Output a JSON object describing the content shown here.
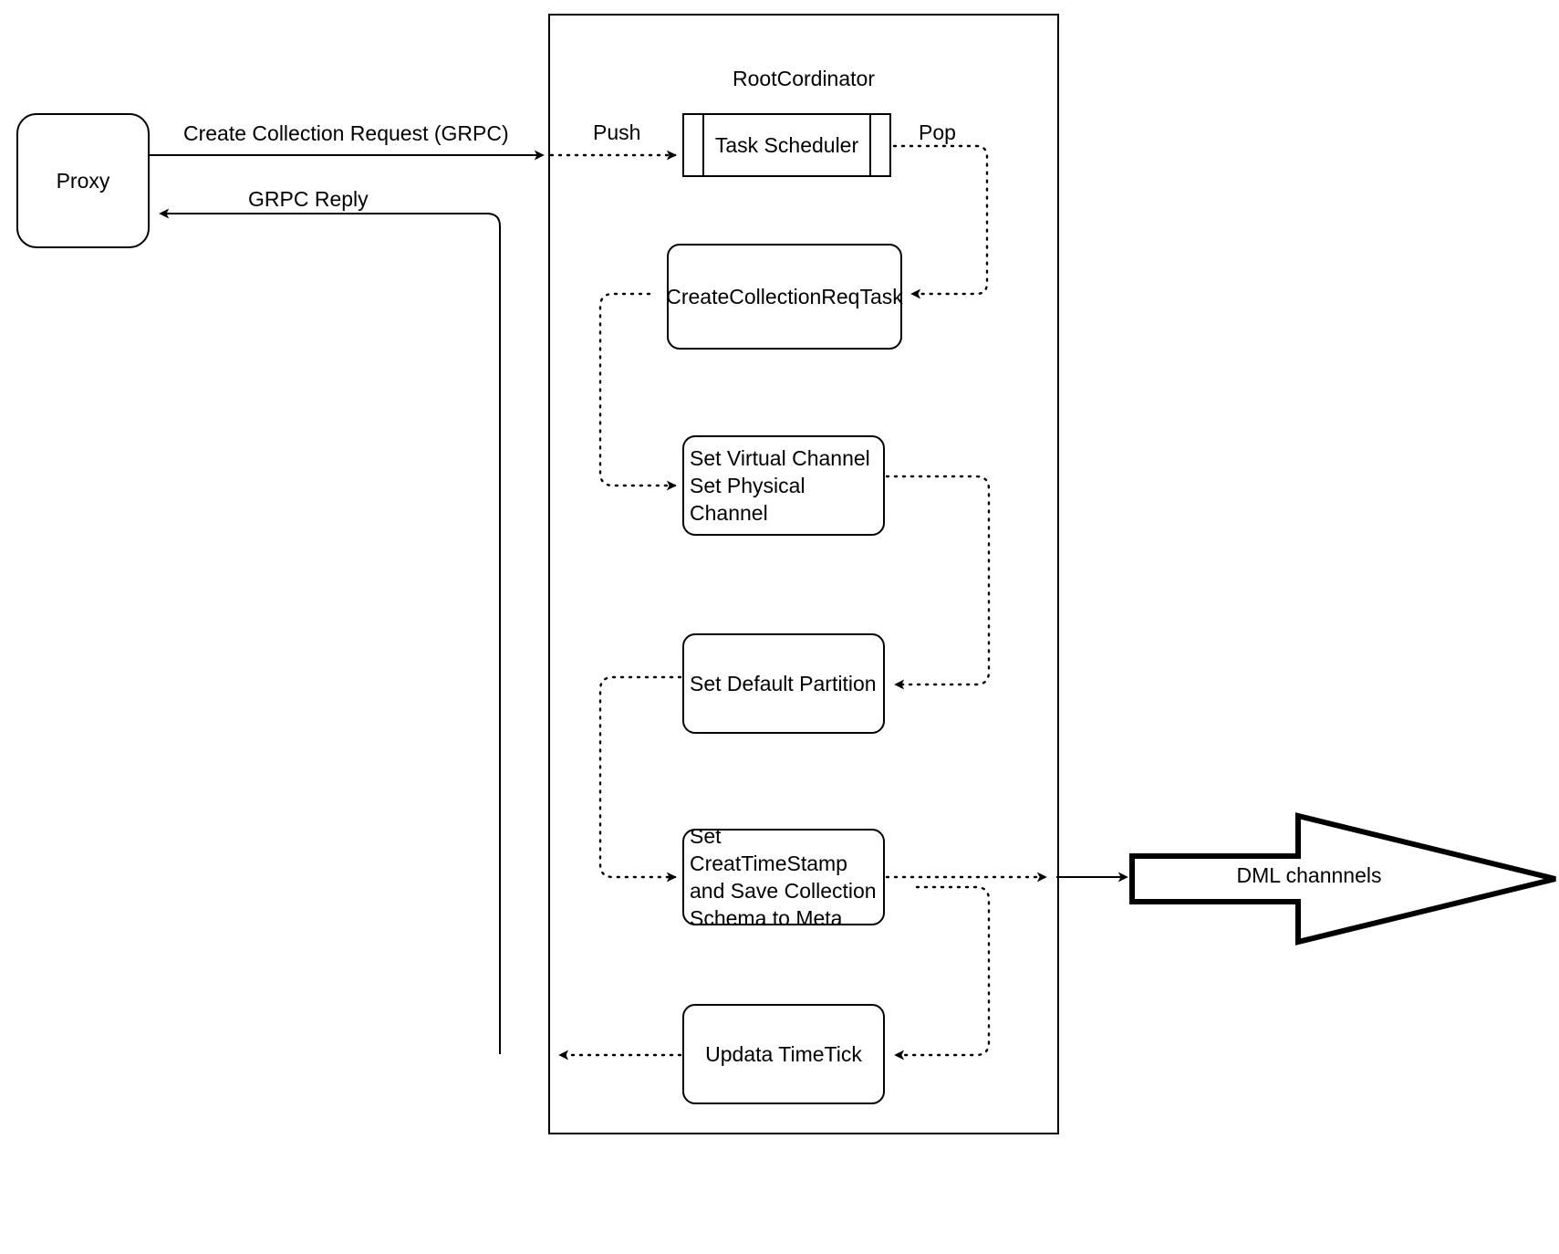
{
  "diagram": {
    "title": "RootCordinator",
    "style": {
      "stroke": "#000000",
      "background": "#ffffff"
    }
  },
  "nodes": {
    "proxy": {
      "label": "Proxy",
      "shape": "rounded-rect"
    },
    "root_coordinator": {
      "label": "RootCordinator",
      "shape": "rect"
    },
    "task_scheduler": {
      "label": "Task Scheduler",
      "shape": "queue"
    },
    "create_collection_req_task": {
      "label": "CreateCollectionReqTask",
      "shape": "rounded-rect"
    },
    "set_channel": {
      "label": "Set Virtual Channel\nSet Physical Channel",
      "shape": "rounded-rect"
    },
    "set_default_partition": {
      "label": "Set Default Partition",
      "shape": "rounded-rect"
    },
    "set_timestamp": {
      "label": "Set CreatTimeStamp\nand Save Collection\nSchema to Meta",
      "shape": "rounded-rect"
    },
    "update_timetick": {
      "label": "Updata TimeTick",
      "shape": "rounded-rect"
    },
    "dml_channels": {
      "label": "DML channnels",
      "shape": "block-arrow-right"
    }
  },
  "edges": {
    "create_collection_request": {
      "label": "Create Collection Request (GRPC)",
      "from": "proxy",
      "to": "root_coordinator",
      "line": "solid"
    },
    "grpc_reply": {
      "label": "GRPC Reply",
      "from": "update_timetick",
      "to": "proxy",
      "line": "solid"
    },
    "push": {
      "label": "Push",
      "from": "root_coordinator",
      "to": "task_scheduler",
      "line": "dotted"
    },
    "pop": {
      "label": "Pop",
      "from": "task_scheduler",
      "to": "create_collection_req_task",
      "line": "dotted"
    },
    "task_to_channel": {
      "label": "",
      "from": "create_collection_req_task",
      "to": "set_channel",
      "line": "dotted"
    },
    "channel_to_partition": {
      "label": "",
      "from": "set_channel",
      "to": "set_default_partition",
      "line": "dotted"
    },
    "partition_to_timestamp": {
      "label": "",
      "from": "set_default_partition",
      "to": "set_timestamp",
      "line": "dotted"
    },
    "timestamp_to_dml": {
      "label": "",
      "from": "set_timestamp",
      "to": "dml_channels",
      "line": "dotted-solid"
    },
    "timestamp_to_timetick": {
      "label": "",
      "from": "set_timestamp",
      "to": "update_timetick",
      "line": "dotted"
    },
    "timetick_to_proxy": {
      "label": "",
      "from": "update_timetick",
      "to": "proxy",
      "line": "dotted"
    }
  }
}
